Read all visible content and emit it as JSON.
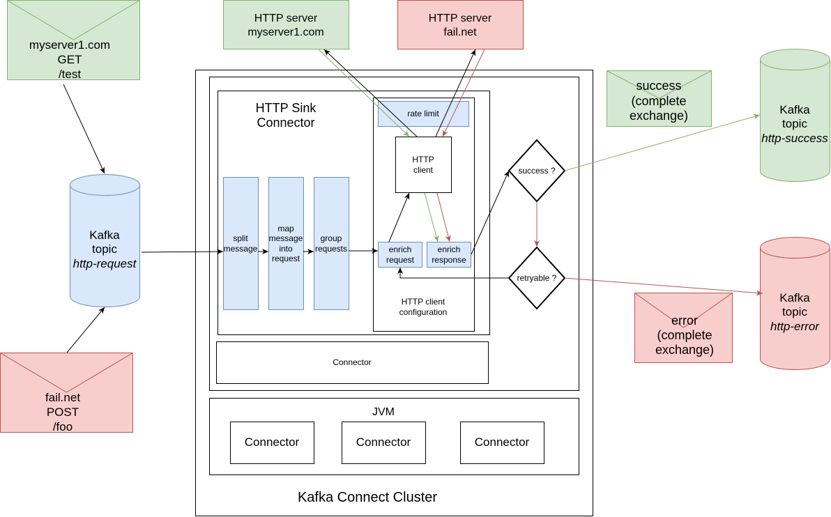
{
  "colors": {
    "green_fill": "#d5e8d4",
    "green_stroke": "#82b366",
    "red_fill": "#f8cecc",
    "red_stroke": "#b85450",
    "blue_fill": "#dae8fc",
    "blue_stroke": "#6c8ebf",
    "line": "#000000"
  },
  "messages": {
    "request_ok": [
      "myserver1.com",
      "GET",
      "/test"
    ],
    "request_fail": [
      "fail.net",
      "POST",
      "/foo"
    ],
    "success": [
      "success",
      "(complete",
      "exchange)"
    ],
    "error": [
      "error",
      "(complete",
      "exchange)"
    ]
  },
  "servers": {
    "ok": [
      "HTTP server",
      "myserver1.com"
    ],
    "fail": [
      "HTTP server",
      "fail.net"
    ]
  },
  "topics": {
    "request": [
      "Kafka",
      "topic",
      "http-request"
    ],
    "success": [
      "Kafka",
      "topic",
      "http-success"
    ],
    "error": [
      "Kafka",
      "topic",
      "http-error"
    ]
  },
  "connector": {
    "title": [
      "HTTP Sink",
      "Connector"
    ],
    "split": [
      "split",
      "message"
    ],
    "map": [
      "map",
      "message",
      "into",
      "request"
    ],
    "group": [
      "group",
      "requests"
    ],
    "rate_limit": "rate limit",
    "http_client": [
      "HTTP",
      "client"
    ],
    "enrich_request": [
      "enrich",
      "request"
    ],
    "enrich_response": [
      "enrich",
      "response"
    ],
    "client_config": [
      "HTTP client",
      "configuration"
    ],
    "base_connector": "Connector"
  },
  "decisions": {
    "success": "success ?",
    "retryable": "retryable ?"
  },
  "jvm": {
    "label": "JVM",
    "connectors": [
      "Connector",
      "Connector",
      "Connector"
    ]
  },
  "cluster_label": "Kafka Connect Cluster"
}
